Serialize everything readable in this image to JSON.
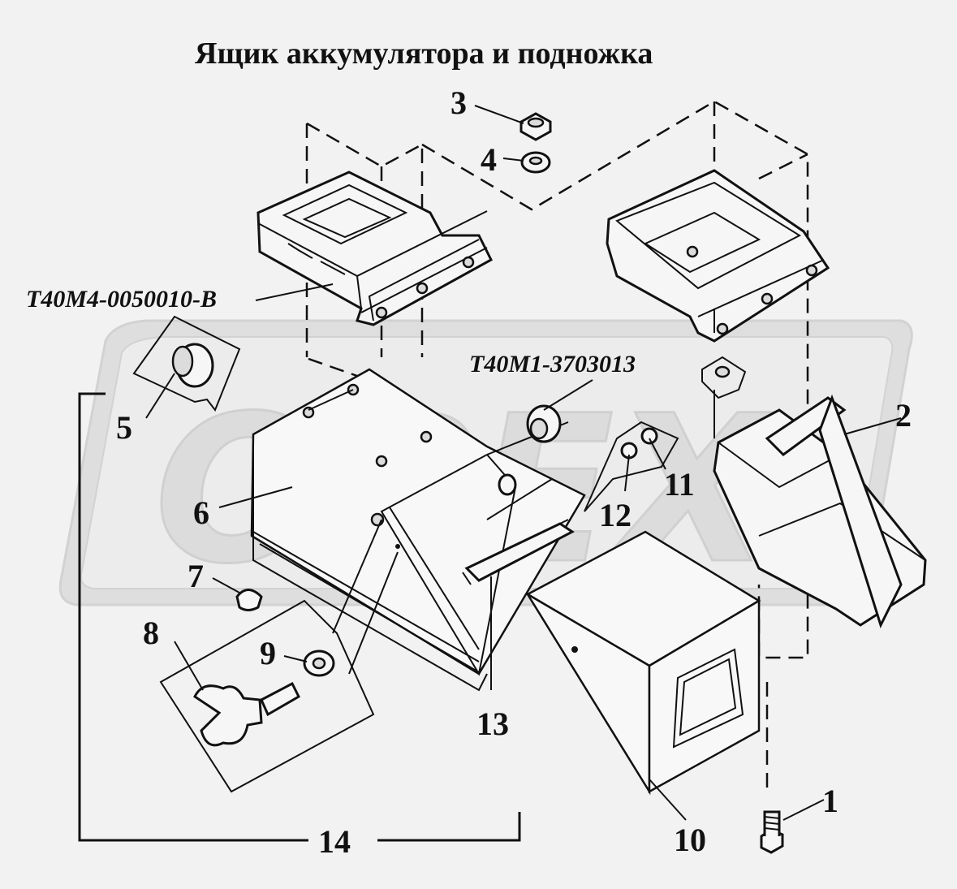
{
  "title": "Ящик аккумулятора и подножка",
  "watermark": "OPEX",
  "part_codes": {
    "bracket": "Т40М4-0050010-В",
    "grommet": "Т40М1-3703013"
  },
  "callouts": {
    "c1": "1",
    "c2": "2",
    "c3": "3",
    "c4": "4",
    "c5": "5",
    "c6": "6",
    "c7": "7",
    "c8": "8",
    "c9": "9",
    "c10": "10",
    "c11": "11",
    "c12": "12",
    "c13": "13",
    "c14": "14"
  },
  "colors": {
    "line": "#111111",
    "background": "#f2f2f2",
    "watermark": "#dcdcdc"
  }
}
